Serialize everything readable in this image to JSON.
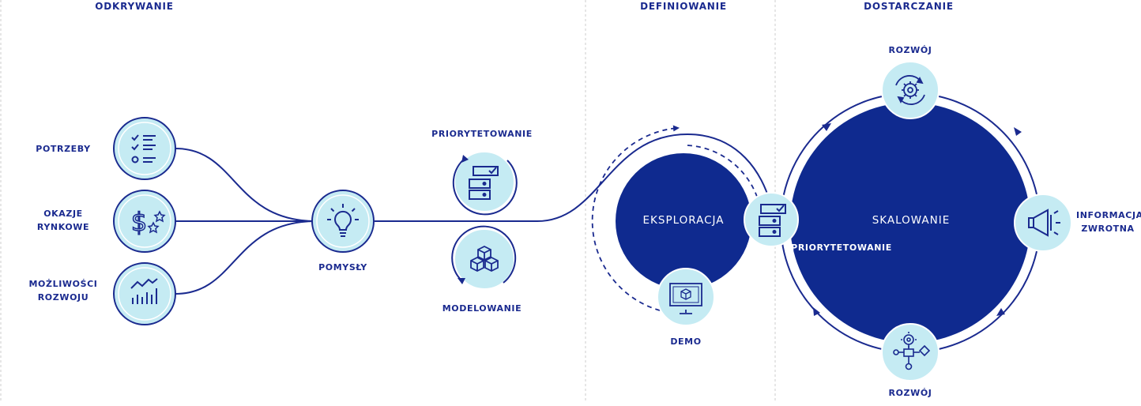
{
  "phases": {
    "discover": "ODKRYWANIE",
    "define": "DEFINIOWANIE",
    "deliver": "DOSTARCZANIE"
  },
  "inputs": {
    "needs": "POTRZEBY",
    "market_opportunities": "OKAZJE RYNKOWE",
    "growth_opportunities": "MOŻLIWOŚCI ROZWOJU"
  },
  "ideas": "POMYSŁY",
  "prioritization": "PRIORYTETOWANIE",
  "modeling": "MODELOWANIE",
  "exploration": "EKSPLORACJA",
  "demo": "DEMO",
  "prioritization_right": "PRIORYTETOWANIE",
  "scaling": "SKALOWANIE",
  "development_top": "ROZWÓJ",
  "development_bottom": "ROZWÓJ",
  "feedback": "INFORMACJA ZWROTNA",
  "colors": {
    "navy": "#0f2a8f",
    "light_blue": "#c5ebf3",
    "line": "#1a2a8f",
    "divider": "#cccccc"
  },
  "icons": [
    "checklist-icon",
    "dollar-stars-icon",
    "growth-chart-icon",
    "lightbulb-icon",
    "priority-list-icon",
    "cubes-icon",
    "monitor-cube-icon",
    "gear-cycle-icon",
    "megaphone-icon",
    "process-flow-icon"
  ]
}
